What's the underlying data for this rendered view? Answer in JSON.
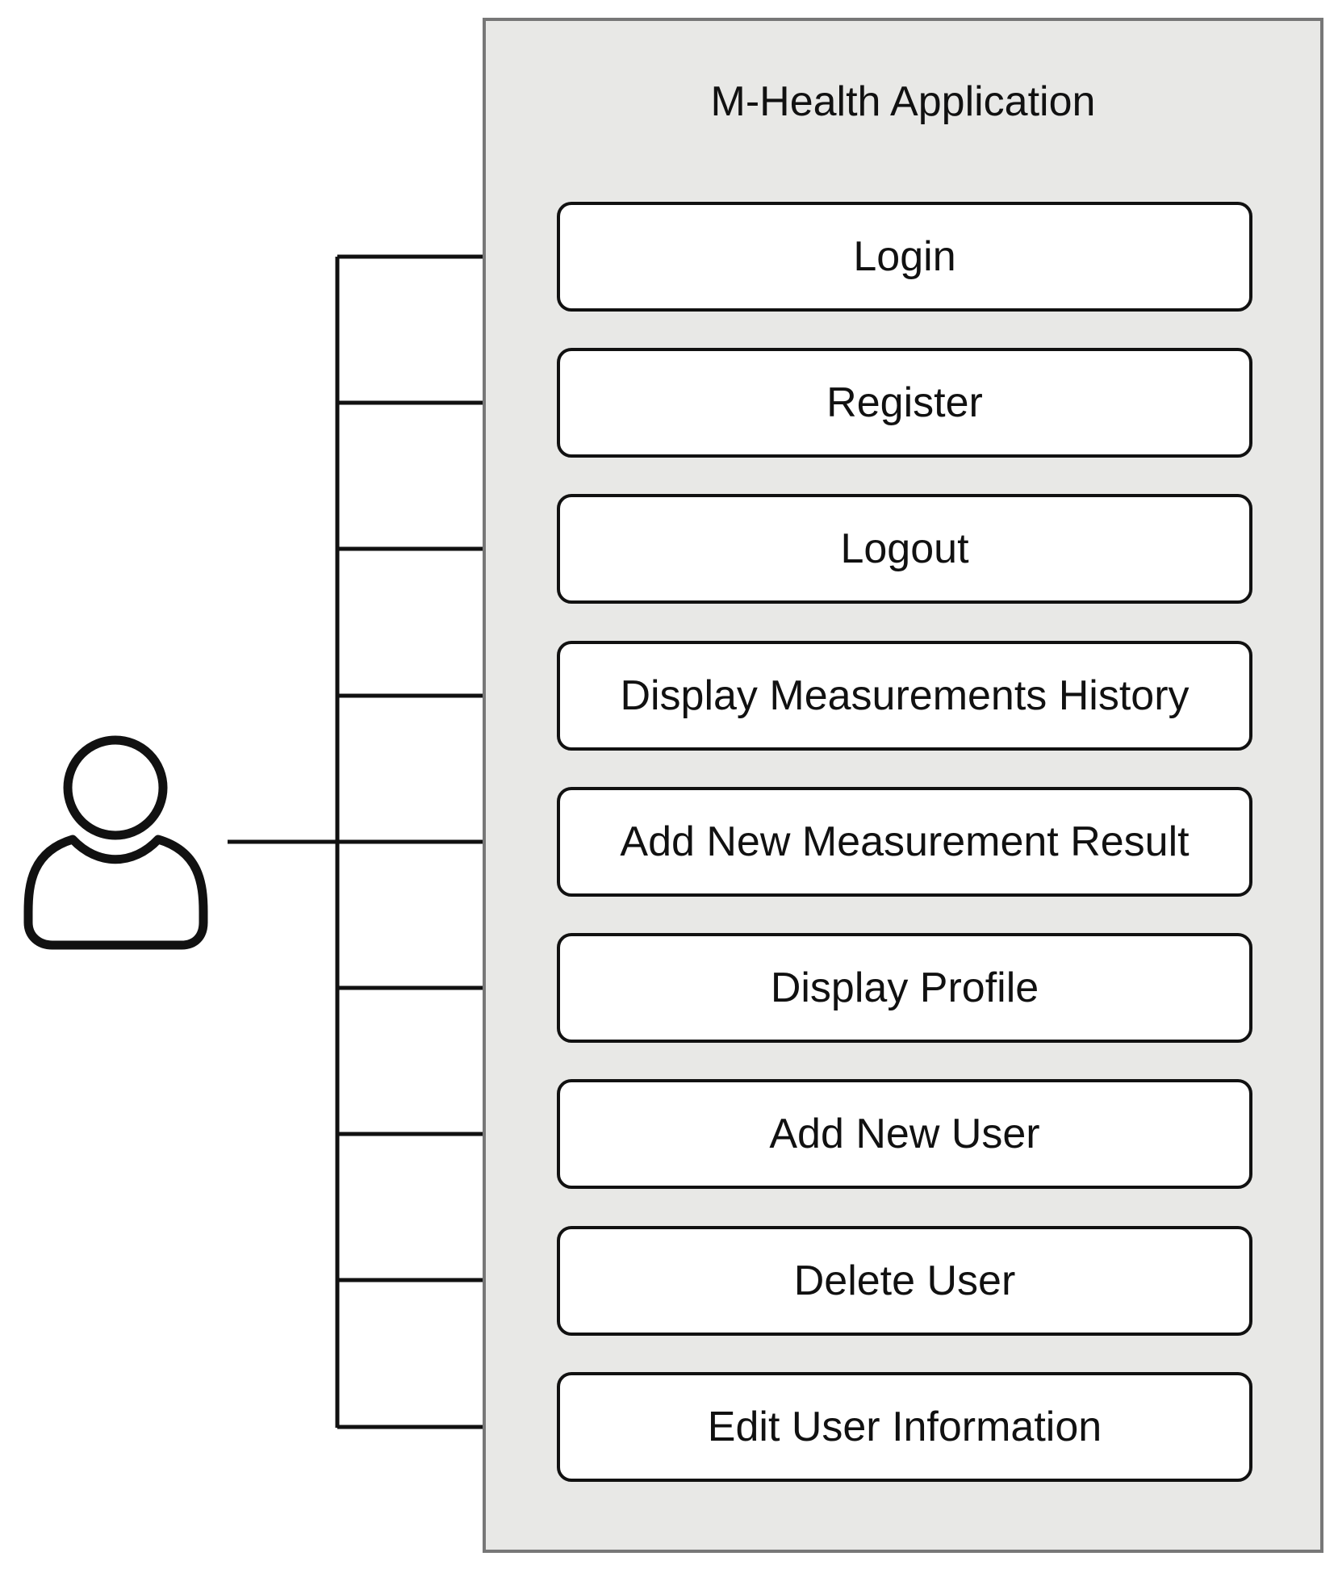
{
  "diagram": {
    "system": {
      "title": "M-Health Application",
      "background": "#e8e8e6",
      "border": "#777777"
    },
    "actor": {
      "icon": "user-icon"
    },
    "use_cases": [
      {
        "label": "Login"
      },
      {
        "label": "Register"
      },
      {
        "label": "Logout"
      },
      {
        "label": "Display Measurements History"
      },
      {
        "label": "Add New Measurement Result"
      },
      {
        "label": "Display Profile"
      },
      {
        "label": "Add New User"
      },
      {
        "label": "Delete User"
      },
      {
        "label": "Edit User Information"
      }
    ],
    "connector_color": "#111111"
  }
}
